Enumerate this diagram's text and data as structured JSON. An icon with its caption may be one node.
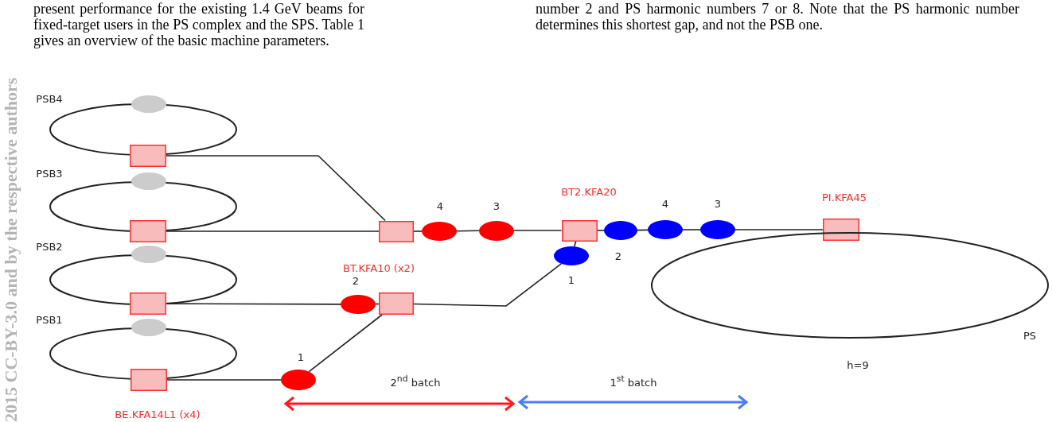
{
  "diagram": {
    "nodes": [
      {
        "text": [
          "PSB4"
        ]
      },
      {
        "text": [],
        "shape": "ellipse"
      },
      {
        "text": [],
        "shape": "box"
      },
      {
        "text": [
          "PSB3"
        ]
      },
      {
        "text": [],
        "shape": "ellipse"
      },
      {
        "text": [],
        "shape": "box"
      },
      {
        "text": [
          "PSB2"
        ]
      },
      {
        "text": [],
        "shape": "ellipse"
      },
      {
        "text": [],
        "shape": "box"
      },
      {
        "text": [
          "PSB1"
        ]
      },
      {
        "text": [],
        "shape": "ellipse"
      },
      {
        "text": [
          "BE.KFA14L1 (x4)"
        ]
      },
      {
        "text": [],
        "shape": "box"
      },
      {
        "text": [
          "4"
        ]
      },
      {
        "text": [
          "3"
        ]
      },
      {
        "text": [
          "BT2.KFA20"
        ]
      },
      {
        "text": [
          "2"
        ]
      },
      {
        "text": [
          "4"
        ]
      },
      {
        "text": [
          "3"
        ]
      },
      {
        "text": [
          "PI.KFA45"
        ]
      },
      {
        "text": [
          "PS"
        ],
        "beside": [
          "h=9"
        ]
      },
      {
        "text": [
          "2"
        ]
      },
      {
        "text": [
          "BT.KFA10 (x2)"
        ]
      },
      {
        "text": [
          "1"
        ]
      },
      {
        "text": [
          "1"
        ]
      }
    ],
    "edges": [
      {
        "from": 2,
        "to": 12,
        "arrow": "none"
      },
      {
        "from": 5,
        "to": 12,
        "arrow": "none"
      },
      {
        "from": 12,
        "to": 13,
        "arrow": "none"
      },
      {
        "from": 13,
        "to": 14,
        "arrow": "none"
      },
      {
        "from": 14,
        "to": 15,
        "arrow": "none"
      },
      {
        "from": 15,
        "to": 16,
        "arrow": "none"
      },
      {
        "from": 16,
        "to": 17,
        "arrow": "none"
      },
      {
        "from": 17,
        "to": 18,
        "arrow": "none"
      },
      {
        "from": 18,
        "to": 19,
        "arrow": "none"
      },
      {
        "from": 8,
        "to": 21,
        "arrow": "none"
      },
      {
        "from": 21,
        "to": 22,
        "arrow": "none"
      },
      {
        "from": 11,
        "to": 24,
        "arrow": "none"
      },
      {
        "from": 24,
        "to": 22,
        "arrow": "none"
      },
      {
        "from": 22,
        "to": 23,
        "arrow": "none"
      },
      {
        "from": 23,
        "to": 15,
        "arrow": "none"
      }
    ],
    "labels": [
      "present performance for the existing 1.4 GeV beams for fixed-target users in the PS complex and the SPS. Table 1 gives an overview of the basic machine parameters.",
      "number 2 and PS harmonic numbers 7 or 8. Note that the PS harmonic number determines this shortest gap, and not the PSB one.",
      "2015 CC-BY-3.0 and by the respective authors",
      "2$^{nd}$ batch",
      "1$^{st}$ batch"
    ]
  }
}
